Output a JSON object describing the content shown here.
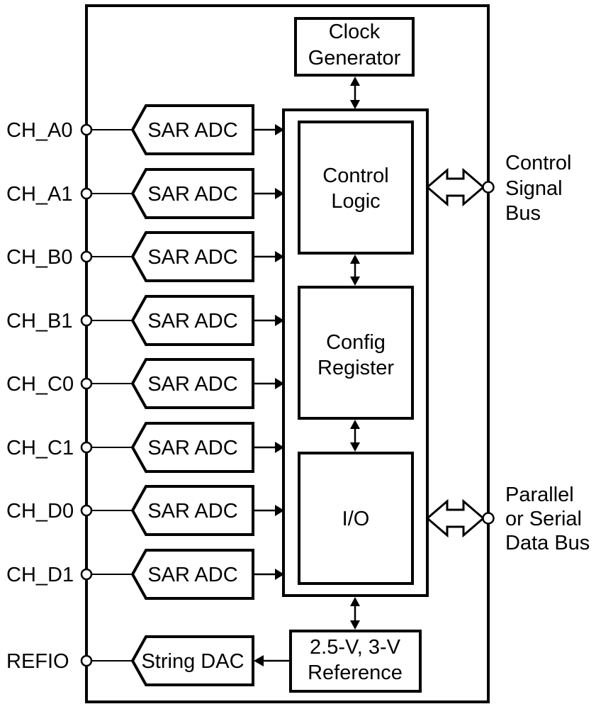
{
  "diagram": {
    "channels": [
      "CH_A0",
      "CH_A1",
      "CH_B0",
      "CH_B1",
      "CH_C0",
      "CH_C1",
      "CH_D0",
      "CH_D1"
    ],
    "sar_adc_label": "SAR ADC",
    "refio_label": "REFIO",
    "string_dac_label": "String DAC",
    "clock_generator": {
      "line1": "Clock",
      "line2": "Generator"
    },
    "control_logic": {
      "line1": "Control",
      "line2": "Logic"
    },
    "config_register": {
      "line1": "Config",
      "line2": "Register"
    },
    "io": {
      "label": "I/O"
    },
    "reference": {
      "line1": "2.5-V, 3-V",
      "line2": "Reference"
    },
    "control_bus": {
      "line1": "Control",
      "line2": "Signal",
      "line3": "Bus"
    },
    "data_bus": {
      "line1": "Parallel",
      "line2": "or Serial",
      "line3": "Data Bus"
    },
    "colors": {
      "stroke": "#000000",
      "background": "#ffffff",
      "text": "#000000"
    }
  }
}
